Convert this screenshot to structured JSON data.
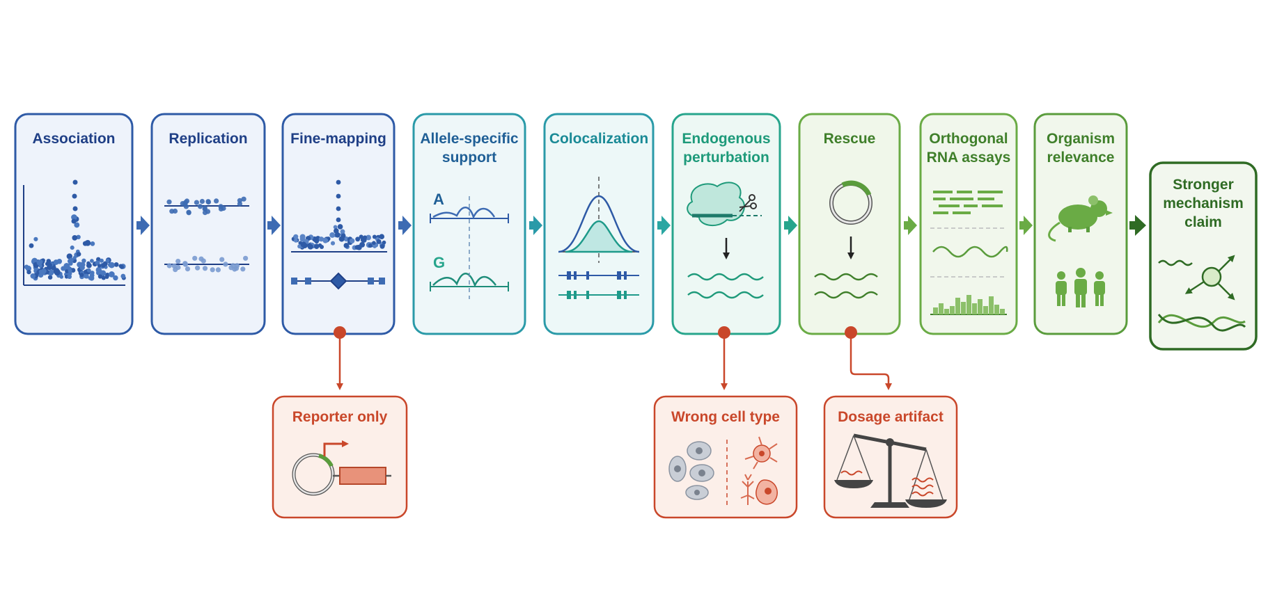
{
  "stages": [
    {
      "id": "association",
      "lines": [
        "Association"
      ]
    },
    {
      "id": "replication",
      "lines": [
        "Replication"
      ]
    },
    {
      "id": "fine-mapping",
      "lines": [
        "Fine-mapping"
      ]
    },
    {
      "id": "allele-specific",
      "lines": [
        "Allele-specific",
        "support"
      ]
    },
    {
      "id": "colocalization",
      "lines": [
        "Colocalization"
      ]
    },
    {
      "id": "endogenous",
      "lines": [
        "Endogenous",
        "perturbation"
      ]
    },
    {
      "id": "rescue",
      "lines": [
        "Rescue"
      ]
    },
    {
      "id": "orthogonal",
      "lines": [
        "Orthogonal",
        "RNA assays"
      ]
    },
    {
      "id": "organism",
      "lines": [
        "Organism",
        "relevance"
      ]
    },
    {
      "id": "claim",
      "lines": [
        "Stronger",
        "mechanism",
        "claim"
      ]
    }
  ],
  "pitfalls": [
    {
      "id": "reporter-only",
      "label": "Reporter only"
    },
    {
      "id": "wrong-cell-type",
      "label": "Wrong cell type"
    },
    {
      "id": "dosage-artifact",
      "label": "Dosage artifact"
    }
  ],
  "allele_labels": {
    "a": "A",
    "g": "G"
  },
  "colors": {
    "blue_dark": "#1f3f86",
    "blue": "#3d6bb3",
    "teal": "#2a9aa8",
    "teal_green": "#27a58c",
    "green": "#5a9c3c",
    "green_dark": "#2f6b24",
    "red": "#c9472a",
    "gray": "#555555"
  }
}
